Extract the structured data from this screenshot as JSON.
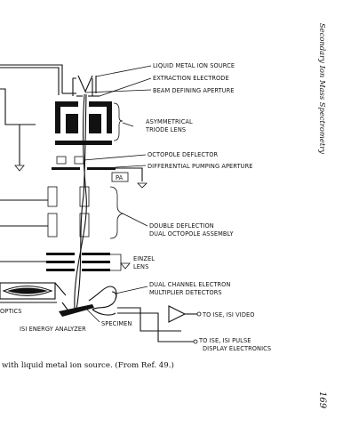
{
  "running_head": "Secondary Ion Mass Spectrometry",
  "page_number": "169",
  "caption": "with liquid metal ion source. (From Ref. 49.)",
  "labels": {
    "source": "LIQUID METAL ION SOURCE",
    "extraction": "EXTRACTION ELECTRODE",
    "aperture": "BEAM DEFINING APERTURE",
    "asym1": "ASYMMETRICAL",
    "asym2": "TRIODE LENS",
    "octopole": "OCTOPOLE DEFLECTOR",
    "differential": "DIFFERENTIAL PUMPING APERTURE",
    "pa": "PA",
    "double1": "DOUBLE DEFLECTION",
    "double2": "DUAL OCTOPOLE ASSEMBLY",
    "einzel1": "EINZEL",
    "einzel2": "LENS",
    "dual1": "DUAL CHANNEL ELECTRON",
    "dual2": "MULTIPLIER DETECTORS",
    "optics": "OPTICS",
    "specimen": "SPECIMEN",
    "analyzer": "ISI ENERGY ANALYZER",
    "video": "TO ISE, ISI VIDEO",
    "pulse1": "TO ISE, ISI PULSE",
    "pulse2": "DISPLAY ELECTRONICS"
  }
}
